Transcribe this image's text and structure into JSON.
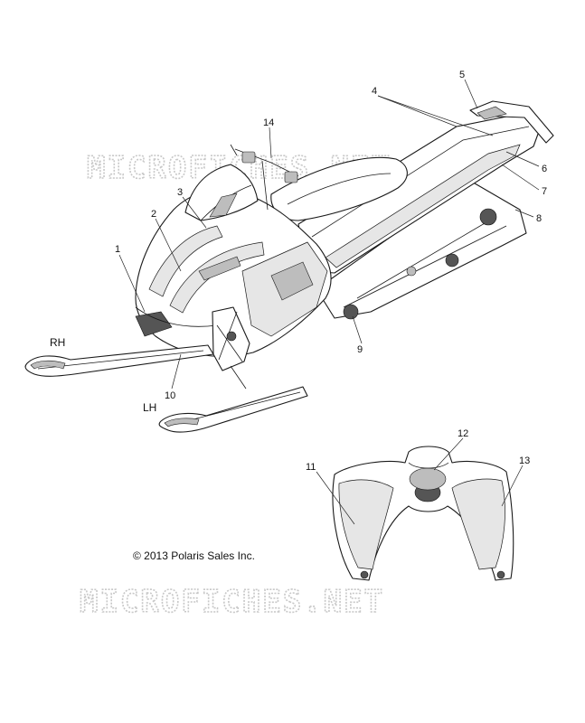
{
  "watermark": "MICROFICHES.NET",
  "copyright": "© 2013 Polaris Sales Inc.",
  "side_labels": {
    "rh": "RH",
    "lh": "LH"
  },
  "callouts": [
    "1",
    "2",
    "3",
    "4",
    "5",
    "6",
    "7",
    "8",
    "9",
    "10",
    "11",
    "12",
    "13",
    "14"
  ]
}
